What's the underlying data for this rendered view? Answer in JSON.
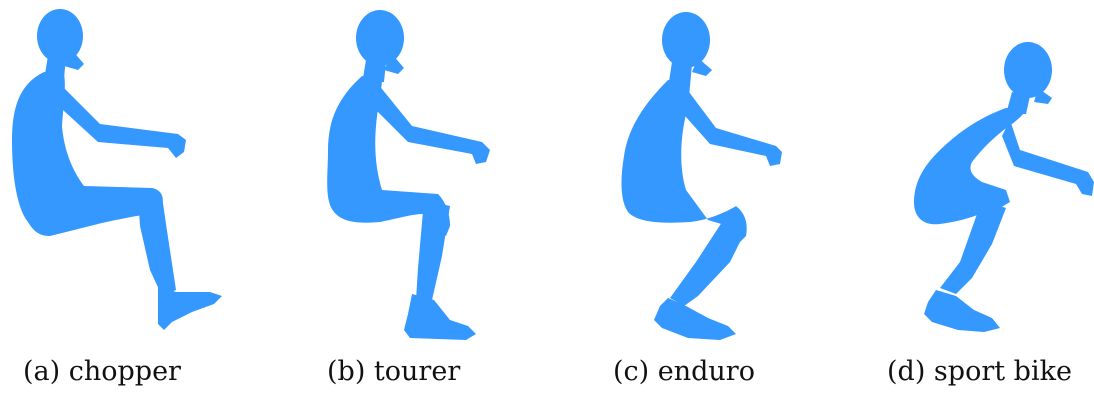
{
  "colors": {
    "silhouette": "#3498fe",
    "background": "#ffffff",
    "caption_text": "#111111"
  },
  "panels": [
    {
      "id": "a",
      "caption": "(a) chopper",
      "icon": "seated-rider-silhouette-icon"
    },
    {
      "id": "b",
      "caption": "(b) tourer",
      "icon": "seated-rider-silhouette-icon"
    },
    {
      "id": "c",
      "caption": "(c) enduro",
      "icon": "seated-rider-silhouette-icon"
    },
    {
      "id": "d",
      "caption": "(d) sport bike",
      "icon": "seated-rider-silhouette-icon"
    }
  ]
}
